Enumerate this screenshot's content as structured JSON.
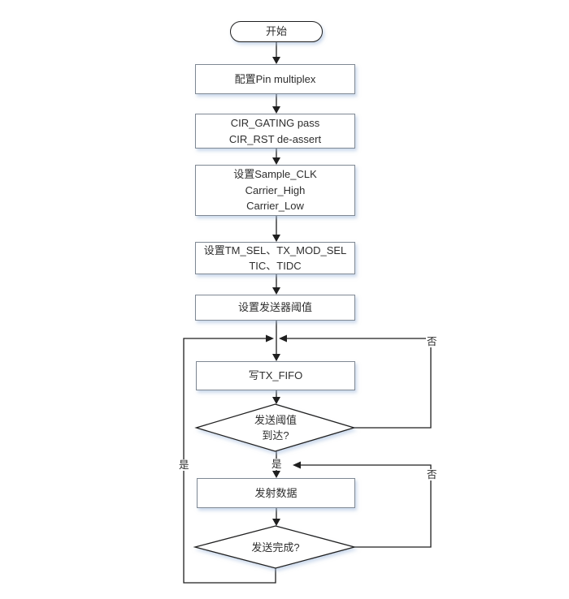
{
  "flowchart": {
    "nodes": {
      "start": "开始",
      "pin_multiplex": "配置Pin multiplex",
      "cir_gating": "CIR_GATING pass\nCIR_RST de-assert",
      "sample_clk": "设置Sample_CLK\nCarrier_High\nCarrier_Low",
      "tm_sel": "设置TM_SEL、TX_MOD_SEL\nTIC、TIDC",
      "tx_threshold": "设置发送器阈值",
      "write_tx_fifo": "写TX_FIFO",
      "threshold_reached": "发送阈值\n到达?",
      "transmit_data": "发射数据",
      "send_complete": "发送完成?"
    },
    "branch_labels": {
      "yes": "是",
      "no": "否"
    },
    "colors": {
      "background": "#ffffff",
      "connector": "#1f1f1f",
      "process_border": "#7f8893",
      "terminal_border": "#1f1f1f",
      "shadow": "#dbe6f3",
      "text": "#2e2e2e"
    }
  }
}
